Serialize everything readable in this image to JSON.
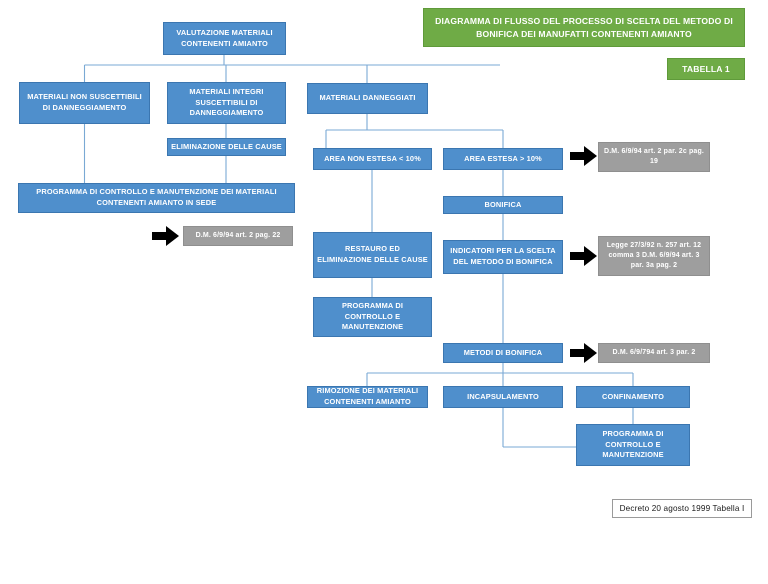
{
  "document": {
    "title": "DIAGRAMMA DI FLUSSO DEL PROCESSO DI SCELTA DEL METODO DI BONIFICA DEI MANUFATTI CONTENENTI AMIANTO",
    "table_label": "TABELLA 1",
    "footer_note": "Decreto 20 agosto 1999 Tabella I"
  },
  "colors": {
    "node_blue": "#4f8fcc",
    "header_green": "#6fab46",
    "reference_gray": "#9e9e9e",
    "connector_blue": "#7aa9d4",
    "text_white": "#ffffff"
  },
  "nodes": {
    "valutazione": "VALUTAZIONE MATERIALI CONTENENTI AMIANTO",
    "materiali_non_suscettibili": "MATERIALI NON SUSCETTIBILI DI DANNEGGIAMENTO",
    "materiali_integri": "MATERIALI INTEGRI SUSCETTIBILI DI DANNEGGIAMENTO",
    "materiali_danneggiati": "MATERIALI DANNEGGIATI",
    "eliminazione_cause": "ELIMINAZIONE DELLE CAUSE",
    "programma_controllo_sede": "PROGRAMMA DI CONTROLLO E MANUTENZIONE DEI MATERIALI CONTENENTI AMIANTO IN SEDE",
    "area_non_estesa": "AREA NON ESTESA < 10%",
    "area_estesa": "AREA ESTESA > 10%",
    "bonifica": "BONIFICA",
    "restauro": "RESTAURO ED ELIMINAZIONE DELLE CAUSE",
    "indicatori": "INDICATORI PER LA SCELTA DEL METODO DI BONIFICA",
    "programma_controllo_1": "PROGRAMMA DI CONTROLLO E MANUTENZIONE",
    "metodi_bonifica": "METODI DI BONIFICA",
    "rimozione": "RIMOZIONE DEI MATERIALI CONTENENTI AMIANTO",
    "incapsulamento": "INCAPSULAMENTO",
    "confinamento": "CONFINAMENTO",
    "programma_controllo_2": "PROGRAMMA DI CONTROLLO E MANUTENZIONE"
  },
  "references": {
    "ref_pag22": "D.M. 6/9/94 art. 2 pag. 22",
    "ref_pag19": "D.M. 6/9/94 art. 2 par. 2c pag. 19",
    "ref_legge257": "Legge 27/3/92 n. 257  art. 12 comma 3 D.M. 6/9/94 art. 3 par. 3a pag. 2",
    "ref_art3par2": "D.M. 6/9/794 art. 3 par. 2"
  }
}
